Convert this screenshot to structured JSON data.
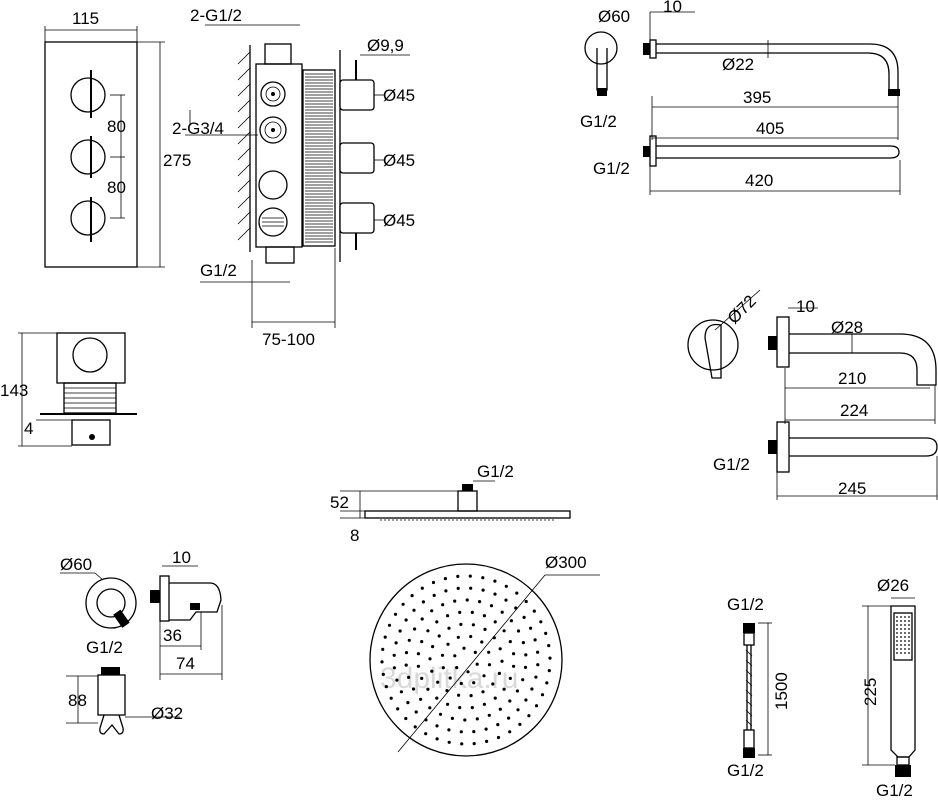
{
  "watermark": "3dplitka.ru",
  "panel_front": {
    "width": "115",
    "height": "275",
    "spacing_1": "80",
    "spacing_2": "80"
  },
  "valve_body": {
    "inlet_thread": "2-G1/2",
    "outlet_thread": "2-G3/4",
    "bottom_thread": "G1/2",
    "install_depth": "75-100",
    "spindle_diameter": "Ø9,9",
    "knob_diameter_1": "Ø45",
    "knob_diameter_2": "Ø45",
    "knob_diameter_3": "Ø45"
  },
  "box_side": {
    "depth": "143",
    "plate_thickness": "4"
  },
  "shower_arm": {
    "flange_diameter": "Ø60",
    "flange_depth": "10",
    "tube_diameter": "Ø22",
    "projection": "395",
    "total": "405",
    "thread": "G1/2"
  },
  "shower_arm_top": {
    "thread": "G1/2",
    "length": "420"
  },
  "bath_spout": {
    "flange_diameter": "Ø72",
    "flange_depth": "10",
    "tube_diameter": "Ø28",
    "projection": "210",
    "total": "224"
  },
  "bath_spout_top": {
    "thread": "G1/2",
    "length": "245"
  },
  "rain_head_side": {
    "thread": "G1/2",
    "height": "52",
    "thickness": "8"
  },
  "rain_head_top": {
    "diameter": "Ø300"
  },
  "wall_outlet": {
    "flange_diameter": "Ø60",
    "thread": "G1/2"
  },
  "wall_outlet_side": {
    "depth": "10",
    "offset": "36",
    "length": "74"
  },
  "holder": {
    "height": "88",
    "diameter": "Ø32"
  },
  "hose": {
    "thread_top": "G1/2",
    "thread_bottom": "G1/2",
    "length": "1500"
  },
  "hand_shower": {
    "diameter": "Ø26",
    "length": "225",
    "thread": "G1/2"
  }
}
